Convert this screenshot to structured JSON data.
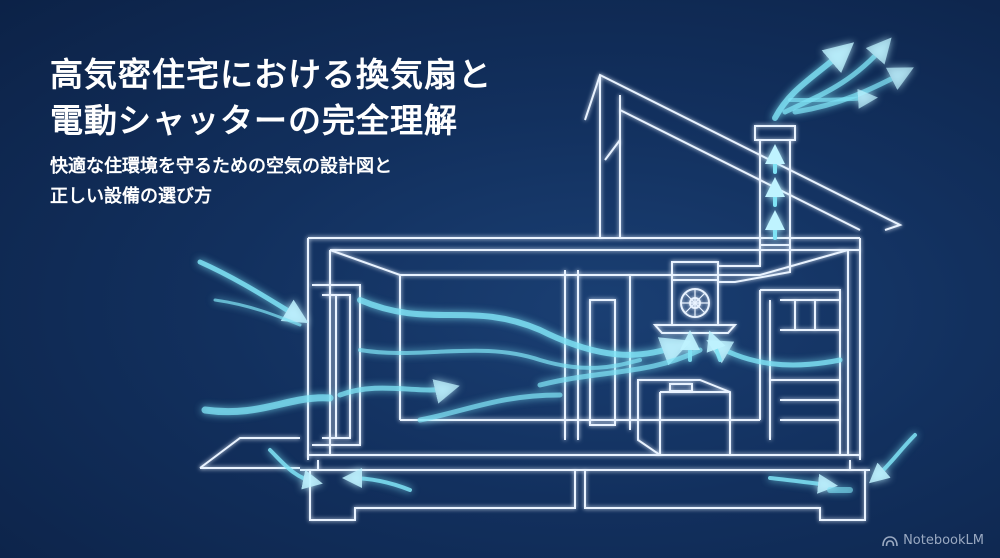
{
  "title": {
    "line1": "高気密住宅における換気扇と",
    "line2": "電動シャッターの完全理解"
  },
  "subtitle": {
    "line1": "快適な住環境を守るための空気の設計図と",
    "line2": "正しい設備の選び方"
  },
  "brand": {
    "name": "NotebookLM",
    "icon": "notebooklm-logo-icon"
  },
  "colors": {
    "background": "#12305e",
    "outline": "#e9f3ff",
    "airflow": "#7fe3f5",
    "text": "#ffffff"
  }
}
